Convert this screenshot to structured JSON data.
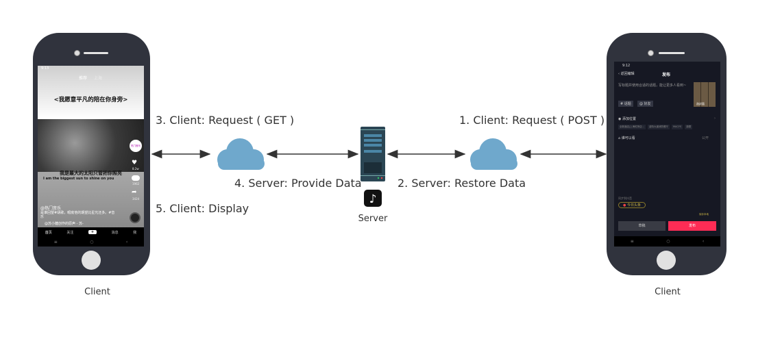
{
  "labels": {
    "step1": "1. Client: Request ( POST )",
    "step2": "2. Server: Restore Data",
    "step3": "3. Client: Request ( GET )",
    "step4": "4. Server: Provide Data",
    "step5": "5. Client: Display"
  },
  "nodes": {
    "left_client": "Client",
    "right_client": "Client",
    "server": "Server"
  },
  "left_phone": {
    "time": "9:13",
    "top_tabs": [
      "推荐",
      "上海"
    ],
    "banner": "<我愿意平凡的陪在你身旁>",
    "subtitle_cn": "我是最大的太阳只管把你照亮",
    "subtitle_en": "I am the biggest sun to shine on you",
    "badge": "热门音乐",
    "likes": "8.2w",
    "comments": "1962",
    "shares": "3424",
    "author": "@热门音乐",
    "caption": "是谁回望#胡歌，眼底他的期望比星光还多。#音乐",
    "music": "@苏小糖创作的原声 - 苏-",
    "nav": [
      "首页",
      "关注",
      "+",
      "消息",
      "我"
    ]
  },
  "right_phone": {
    "time": "9:12",
    "back": "返回编辑",
    "title": "发布",
    "placeholder": "写标题并使用合适的话题，能让更多人看到~",
    "cover": "选封面",
    "tag_topic": "# 话题",
    "tag_friend": "@ 好友",
    "location": "添加位置",
    "location_chips": [
      "全新酒店|上海虹桥店...",
      "迪特大道消防餐厅",
      "MACYS",
      "澳德"
    ],
    "visibility": "谁可以看",
    "visibility_value": "公开",
    "sync": "同步到抖音",
    "sync_app": "今日头条",
    "save_local": "保存本地",
    "draft": "草稿",
    "publish": "发布"
  },
  "colors": {
    "phone_body": "#30333d",
    "cloud": "#6fa8cc",
    "server": "#2b4654",
    "publish": "#fe2c55",
    "right_screen_bg": "#161823"
  }
}
